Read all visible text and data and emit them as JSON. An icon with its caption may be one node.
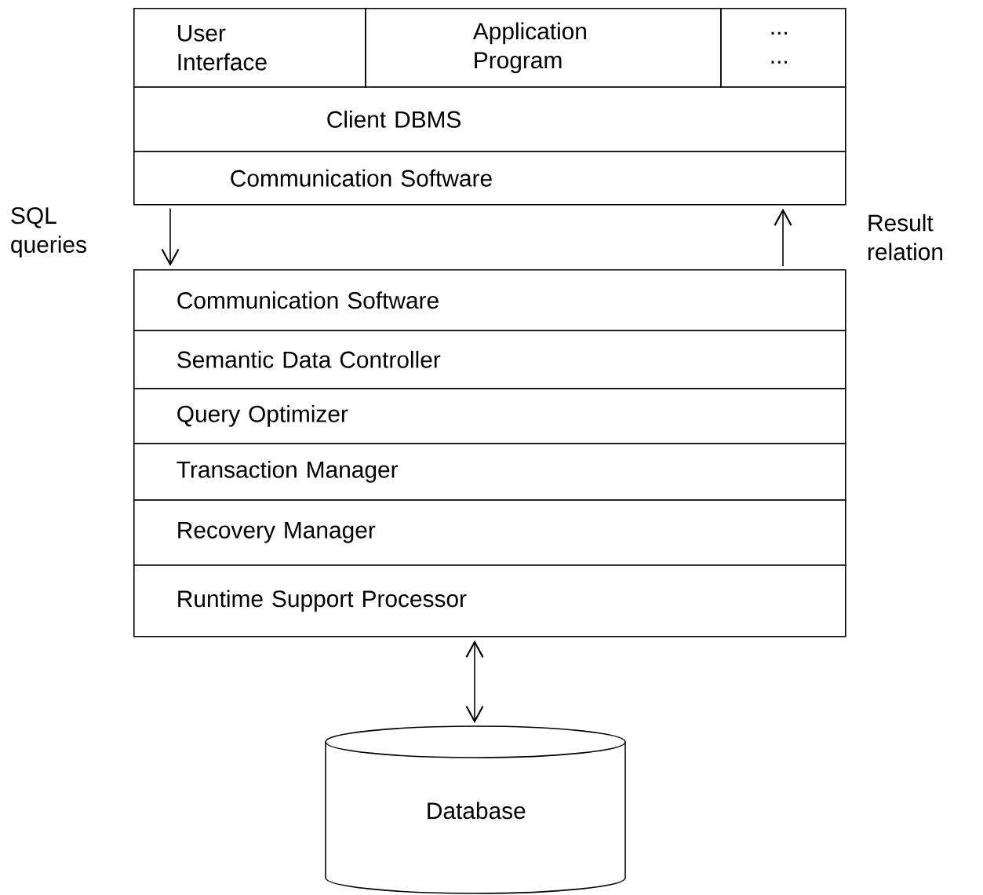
{
  "diagram": {
    "nodes": [
      {
        "text": [
          "User Interface"
        ]
      },
      {
        "text": [
          "Application Program"
        ]
      },
      {
        "text": [
          "... ..."
        ]
      },
      {
        "text": [
          "Client DBMS"
        ]
      },
      {
        "text": [
          "Communication Software"
        ]
      },
      {
        "text": [
          "Communication Software"
        ]
      },
      {
        "text": [
          "Semantic Data Controller"
        ]
      },
      {
        "text": [
          "Query Optimizer"
        ]
      },
      {
        "text": [
          "Transaction Manager"
        ]
      },
      {
        "text": [
          "Recovery Manager"
        ]
      },
      {
        "text": [
          "Runtime Support Processor"
        ]
      },
      {
        "text": [
          "Database"
        ]
      }
    ],
    "edges": [
      {
        "from": 4,
        "to": 5,
        "arrow": "to",
        "label": "SQL queries"
      },
      {
        "from": 5,
        "to": 4,
        "arrow": "to",
        "label": "Result relation"
      },
      {
        "from": 10,
        "to": 11,
        "arrow": "both"
      }
    ]
  }
}
